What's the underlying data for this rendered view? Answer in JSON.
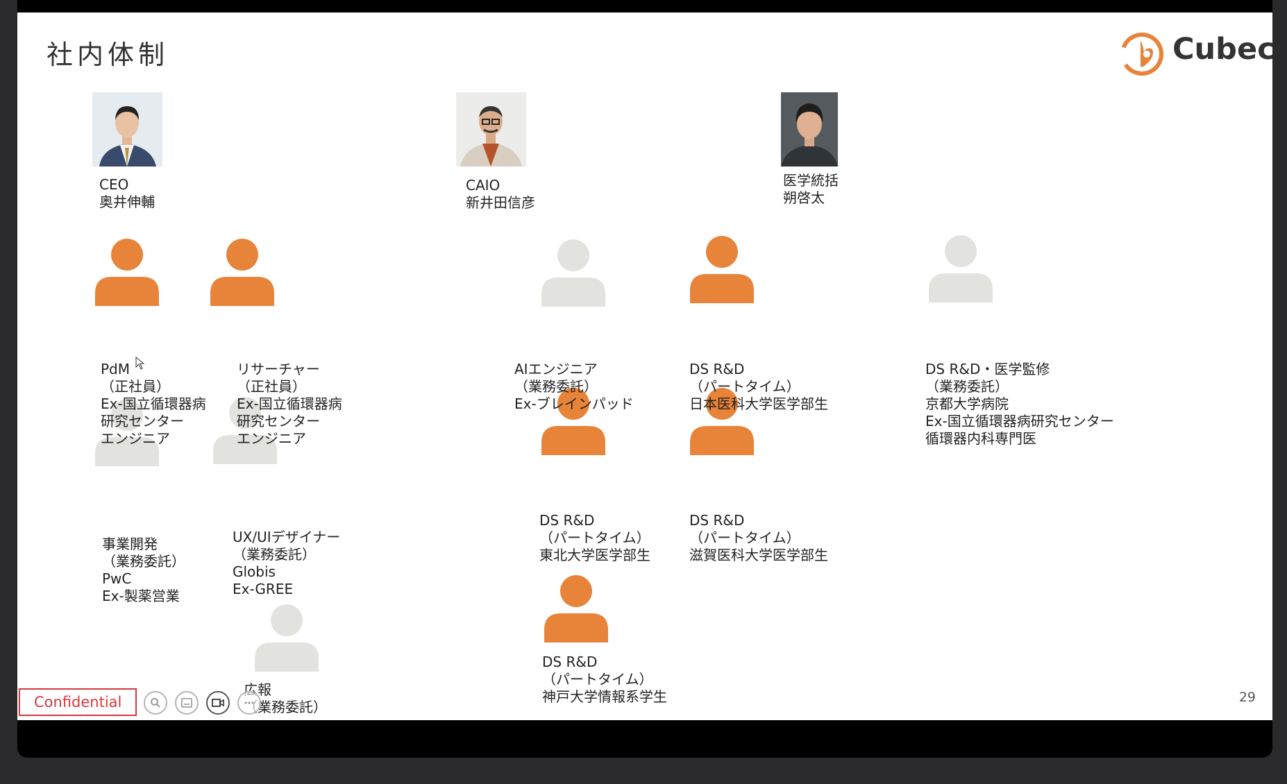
{
  "slide": {
    "title": "社内体制",
    "logo_text": "Cubec",
    "page_number": "29",
    "confidential_label": "Confidential"
  },
  "colors": {
    "accent_orange": "#E8833A",
    "inactive_gray": "#E2E3DE",
    "confidential_red": "#D9363E"
  },
  "leaders": [
    {
      "role": "CEO",
      "name": "奥井伸輔"
    },
    {
      "role": "CAIO",
      "name": "新井田信彦"
    },
    {
      "role": "医学統括",
      "name": "朔啓太"
    }
  ],
  "members": [
    {
      "icon": "orange-person-icon",
      "lines": [
        "PdM",
        "（正社員）",
        "Ex-国立循環器病",
        "研究センター",
        "エンジニア"
      ]
    },
    {
      "icon": "orange-person-icon",
      "lines": [
        "リサーチャー",
        "（正社員）",
        "Ex-国立循環器病",
        "研究センター",
        "エンジニア"
      ]
    },
    {
      "icon": "gray-person-icon",
      "lines": [
        "事業開発",
        "（業務委託）",
        "PwC",
        "Ex-製薬営業"
      ]
    },
    {
      "icon": "gray-person-icon",
      "lines": [
        "UX/UIデザイナー",
        "（業務委託）",
        "Globis",
        "Ex-GREE"
      ]
    },
    {
      "icon": "gray-person-icon",
      "lines": [
        "広報",
        "（業務委託）"
      ]
    },
    {
      "icon": "gray-person-icon",
      "lines": [
        "AIエンジニア",
        "（業務委託）",
        "Ex-ブレインパッド"
      ]
    },
    {
      "icon": "orange-person-icon",
      "lines": [
        "DS R&D",
        "（パートタイム）",
        "日本医科大学医学部生"
      ]
    },
    {
      "icon": "orange-person-icon",
      "lines": [
        "DS R&D",
        "（パートタイム）",
        "東北大学医学部生"
      ]
    },
    {
      "icon": "orange-person-icon",
      "lines": [
        "DS R&D",
        "（パートタイム）",
        "滋賀医科大学医学部生"
      ]
    },
    {
      "icon": "orange-person-icon",
      "lines": [
        "DS R&D",
        "（パートタイム）",
        "神戸大学情報系学生"
      ]
    },
    {
      "icon": "gray-person-icon",
      "lines": [
        "DS R&D・医学監修",
        "（業務委託）",
        "京都大学病院",
        "Ex-国立循環器病研究センター",
        "循環器内科専門医"
      ]
    }
  ],
  "toolbar_icons": [
    "prev-icon",
    "next-icon",
    "pen-icon",
    "slide-icon",
    "search-icon",
    "subtitle-icon",
    "camera-icon",
    "more-icon"
  ]
}
